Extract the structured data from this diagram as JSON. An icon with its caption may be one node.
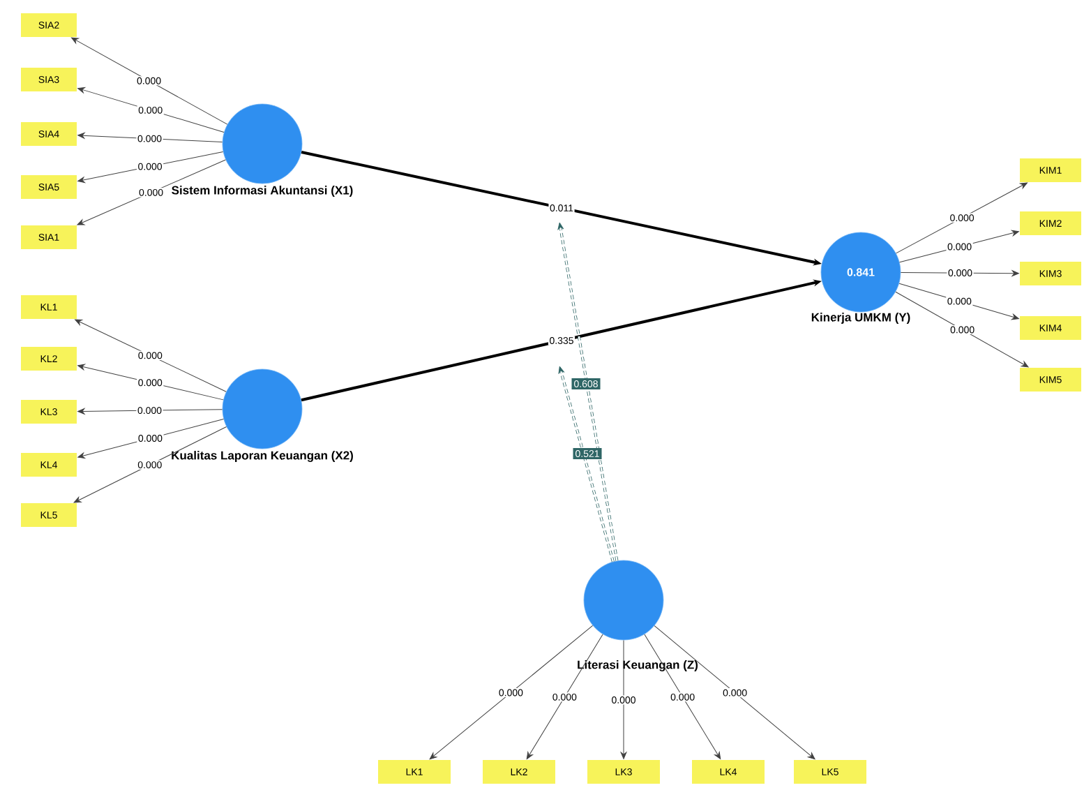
{
  "diagram": {
    "nodes": [
      {
        "text": [
          "Sistem Informasi Akuntansi (X1)"
        ]
      },
      {
        "text": [
          "SIA2"
        ]
      },
      {
        "text": [
          "SIA3"
        ]
      },
      {
        "text": [
          "SIA4"
        ]
      },
      {
        "text": [
          "SIA5"
        ]
      },
      {
        "text": [
          "SIA1"
        ]
      },
      {
        "text": [
          "Kualitas Laporan Keuangan (X2)"
        ]
      },
      {
        "text": [
          "KL1"
        ]
      },
      {
        "text": [
          "KL2"
        ]
      },
      {
        "text": [
          "KL3"
        ]
      },
      {
        "text": [
          "KL4"
        ]
      },
      {
        "text": [
          "KL5"
        ]
      },
      {
        "text": [
          "0.841",
          "Kinerja UMKM (Y)"
        ]
      },
      {
        "text": [
          "KIM1"
        ]
      },
      {
        "text": [
          "KIM2"
        ]
      },
      {
        "text": [
          "KIM3"
        ]
      },
      {
        "text": [
          "KIM4"
        ]
      },
      {
        "text": [
          "KIM5"
        ]
      },
      {
        "text": [
          "Literasi Keuangan (Z)"
        ]
      },
      {
        "text": [
          "LK1"
        ]
      },
      {
        "text": [
          "LK2"
        ]
      },
      {
        "text": [
          "LK3"
        ]
      },
      {
        "text": [
          "LK4"
        ]
      },
      {
        "text": [
          "LK5"
        ]
      }
    ],
    "edges": [
      {
        "from": 0,
        "to": 1,
        "arrow": "to",
        "label": "0.000"
      },
      {
        "from": 0,
        "to": 2,
        "arrow": "to",
        "label": "0.000"
      },
      {
        "from": 0,
        "to": 3,
        "arrow": "to",
        "label": "0.000"
      },
      {
        "from": 0,
        "to": 4,
        "arrow": "to",
        "label": "0.000"
      },
      {
        "from": 0,
        "to": 5,
        "arrow": "to",
        "label": "0.000"
      },
      {
        "from": 6,
        "to": 7,
        "arrow": "to",
        "label": "0.000"
      },
      {
        "from": 6,
        "to": 8,
        "arrow": "to",
        "label": "0.000"
      },
      {
        "from": 6,
        "to": 9,
        "arrow": "to",
        "label": "0.000"
      },
      {
        "from": 6,
        "to": 10,
        "arrow": "to",
        "label": "0.000"
      },
      {
        "from": 6,
        "to": 11,
        "arrow": "to",
        "label": "0.000"
      },
      {
        "from": 0,
        "to": 12,
        "arrow": "to",
        "label": "0.011",
        "style": "thick"
      },
      {
        "from": 6,
        "to": 12,
        "arrow": "to",
        "label": "0.335",
        "style": "thick"
      },
      {
        "from": 12,
        "to": 13,
        "arrow": "to",
        "label": "0.000"
      },
      {
        "from": 12,
        "to": 14,
        "arrow": "to",
        "label": "0.000"
      },
      {
        "from": 12,
        "to": 15,
        "arrow": "to",
        "label": "0.000"
      },
      {
        "from": 12,
        "to": 16,
        "arrow": "to",
        "label": "0.000"
      },
      {
        "from": 12,
        "to": 17,
        "arrow": "to",
        "label": "0.000"
      },
      {
        "from": 18,
        "to": 19,
        "arrow": "to",
        "label": "0.000"
      },
      {
        "from": 18,
        "to": 20,
        "arrow": "to",
        "label": "0.000"
      },
      {
        "from": 18,
        "to": 21,
        "arrow": "to",
        "label": "0.000"
      },
      {
        "from": 18,
        "to": 22,
        "arrow": "to",
        "label": "0.000"
      },
      {
        "from": 18,
        "to": 23,
        "arrow": "to",
        "label": "0.000"
      },
      {
        "from": 18,
        "to": null,
        "arrow": "to",
        "label": "0.608",
        "style": "dashed",
        "color": "#2f6666"
      },
      {
        "from": 18,
        "to": null,
        "arrow": "to",
        "label": "0.521",
        "style": "dashed",
        "color": "#2f6666"
      }
    ]
  }
}
